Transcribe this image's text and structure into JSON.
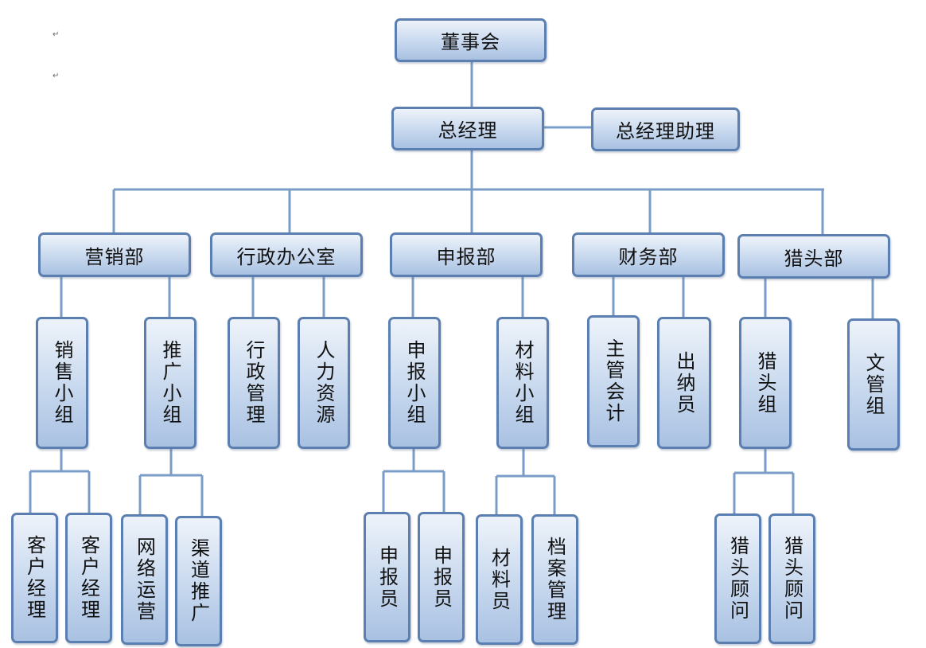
{
  "nodes": {
    "board": "董事会",
    "gm": "总经理",
    "gm_assistant": "总经理助理",
    "sales_dept": "营销部",
    "admin_office": "行政办公室",
    "declare_dept": "申报部",
    "finance_dept": "财务部",
    "headhunt_dept": "猎头部",
    "sales_group": "销售小组",
    "promo_group": "推广小组",
    "admin_mgmt": "行政管理",
    "hr": "人力资源",
    "declare_group": "申报小组",
    "material_group": "材料小组",
    "chief_accountant": "主管会计",
    "cashier": "出纳员",
    "headhunt_group": "猎头组",
    "doc_group": "文管组",
    "account_manager_1": "客户经理",
    "account_manager_2": "客户经理",
    "online_ops": "网络运营",
    "channel_promo": "渠道推广",
    "declarer_1": "申报员",
    "declarer_2": "申报员",
    "material_clerk": "材料员",
    "archive_mgmt": "档案管理",
    "consultant_1": "猎头顾问",
    "consultant_2": "猎头顾问"
  },
  "paragraph_mark": "↵",
  "colors": {
    "border": "#5b7fb0",
    "connector": "#7a9cc6",
    "fill_top": "#eef3fa",
    "fill_bottom": "#a9c1e2"
  }
}
